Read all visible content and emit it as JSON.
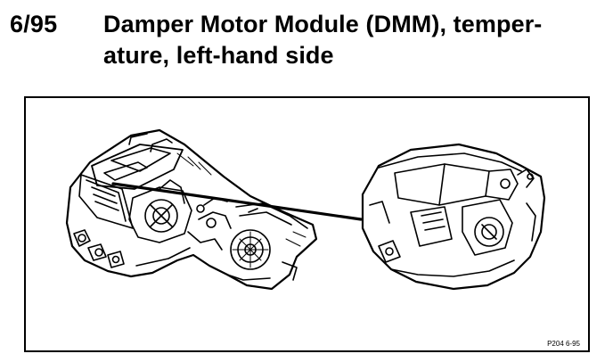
{
  "heading": {
    "ref_number": "6/95",
    "title_line_1": "Damper Motor Module (DMM), temper-",
    "title_line_2": "ature, left-hand side"
  },
  "figure": {
    "code": "P204  6-95",
    "parts": [
      "climate-control-housing",
      "damper-motor-module"
    ]
  }
}
